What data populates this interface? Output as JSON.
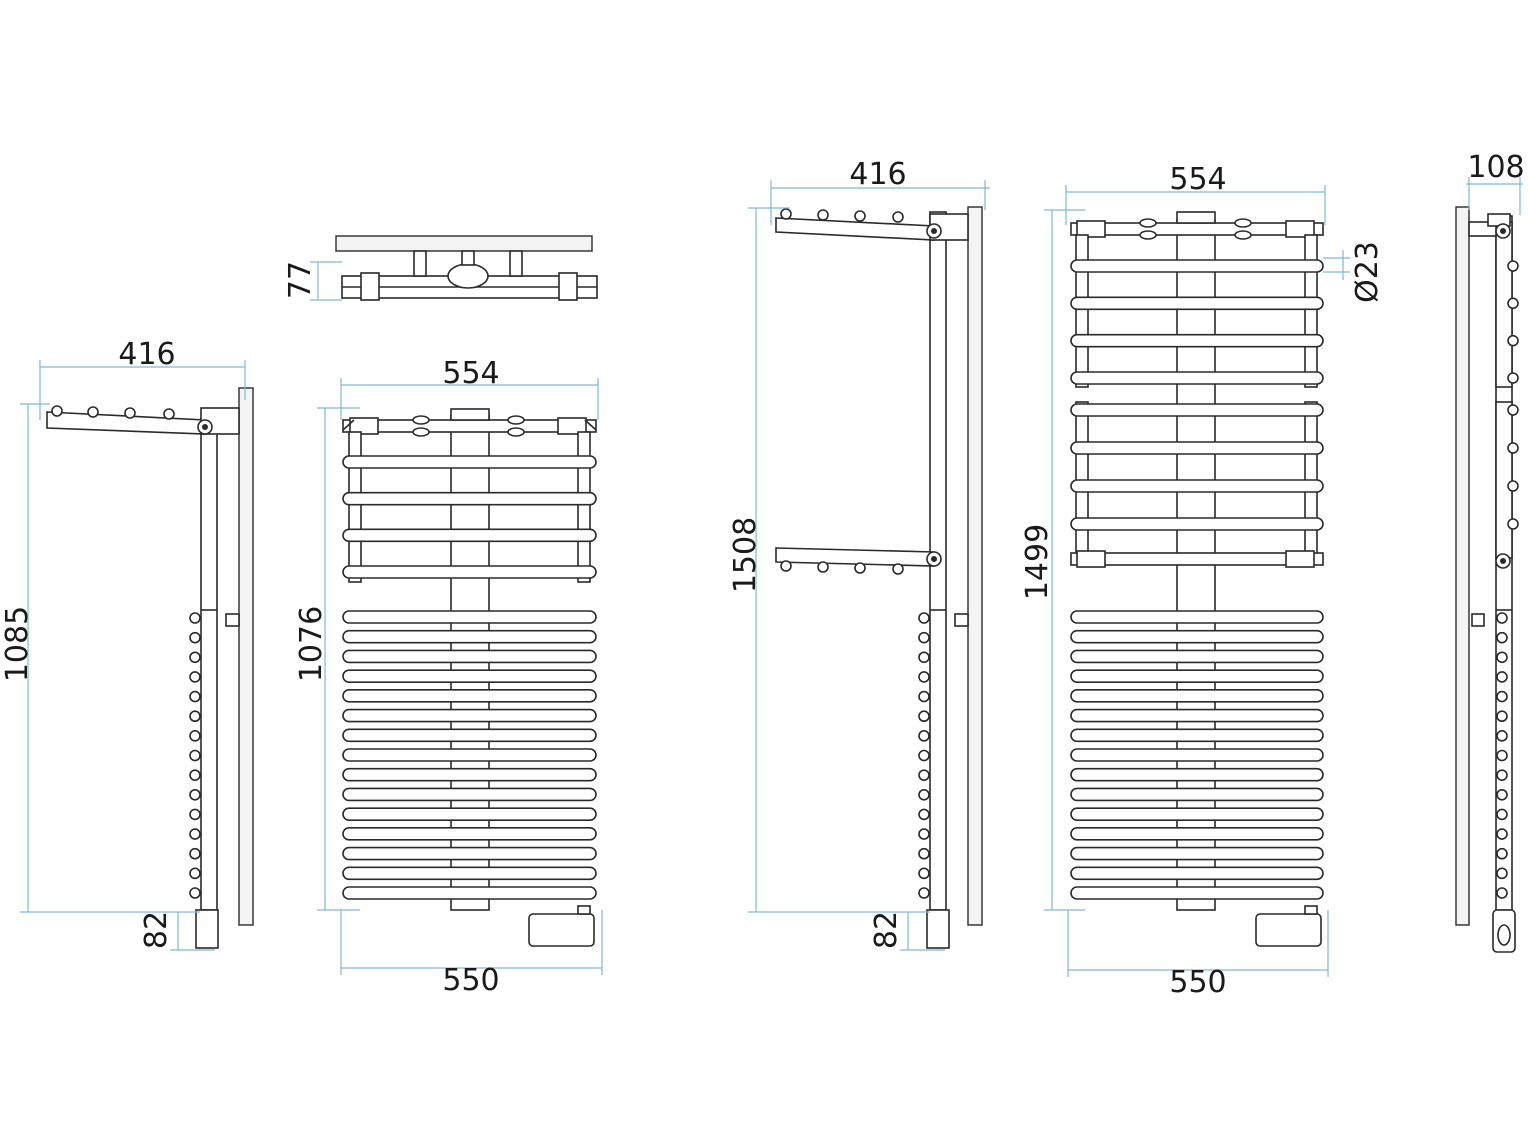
{
  "colors": {
    "line": "#2a2a2a",
    "dimension": "#7fb7da",
    "wall": "#f4f4f4"
  },
  "dims": {
    "a_side_width": "416",
    "a_side_height": "1085",
    "a_side_foot": "82",
    "a_top_depth": "77",
    "a_front_top_width": "554",
    "a_front_height": "1076",
    "a_front_bottom_width": "550",
    "b_side_width": "416",
    "b_side_height": "1508",
    "b_side_foot": "82",
    "b_front_top_width": "554",
    "b_front_height": "1499",
    "b_tube_diameter": "Ø23",
    "b_front_bottom_width": "550",
    "b_profile_depth": "108"
  }
}
